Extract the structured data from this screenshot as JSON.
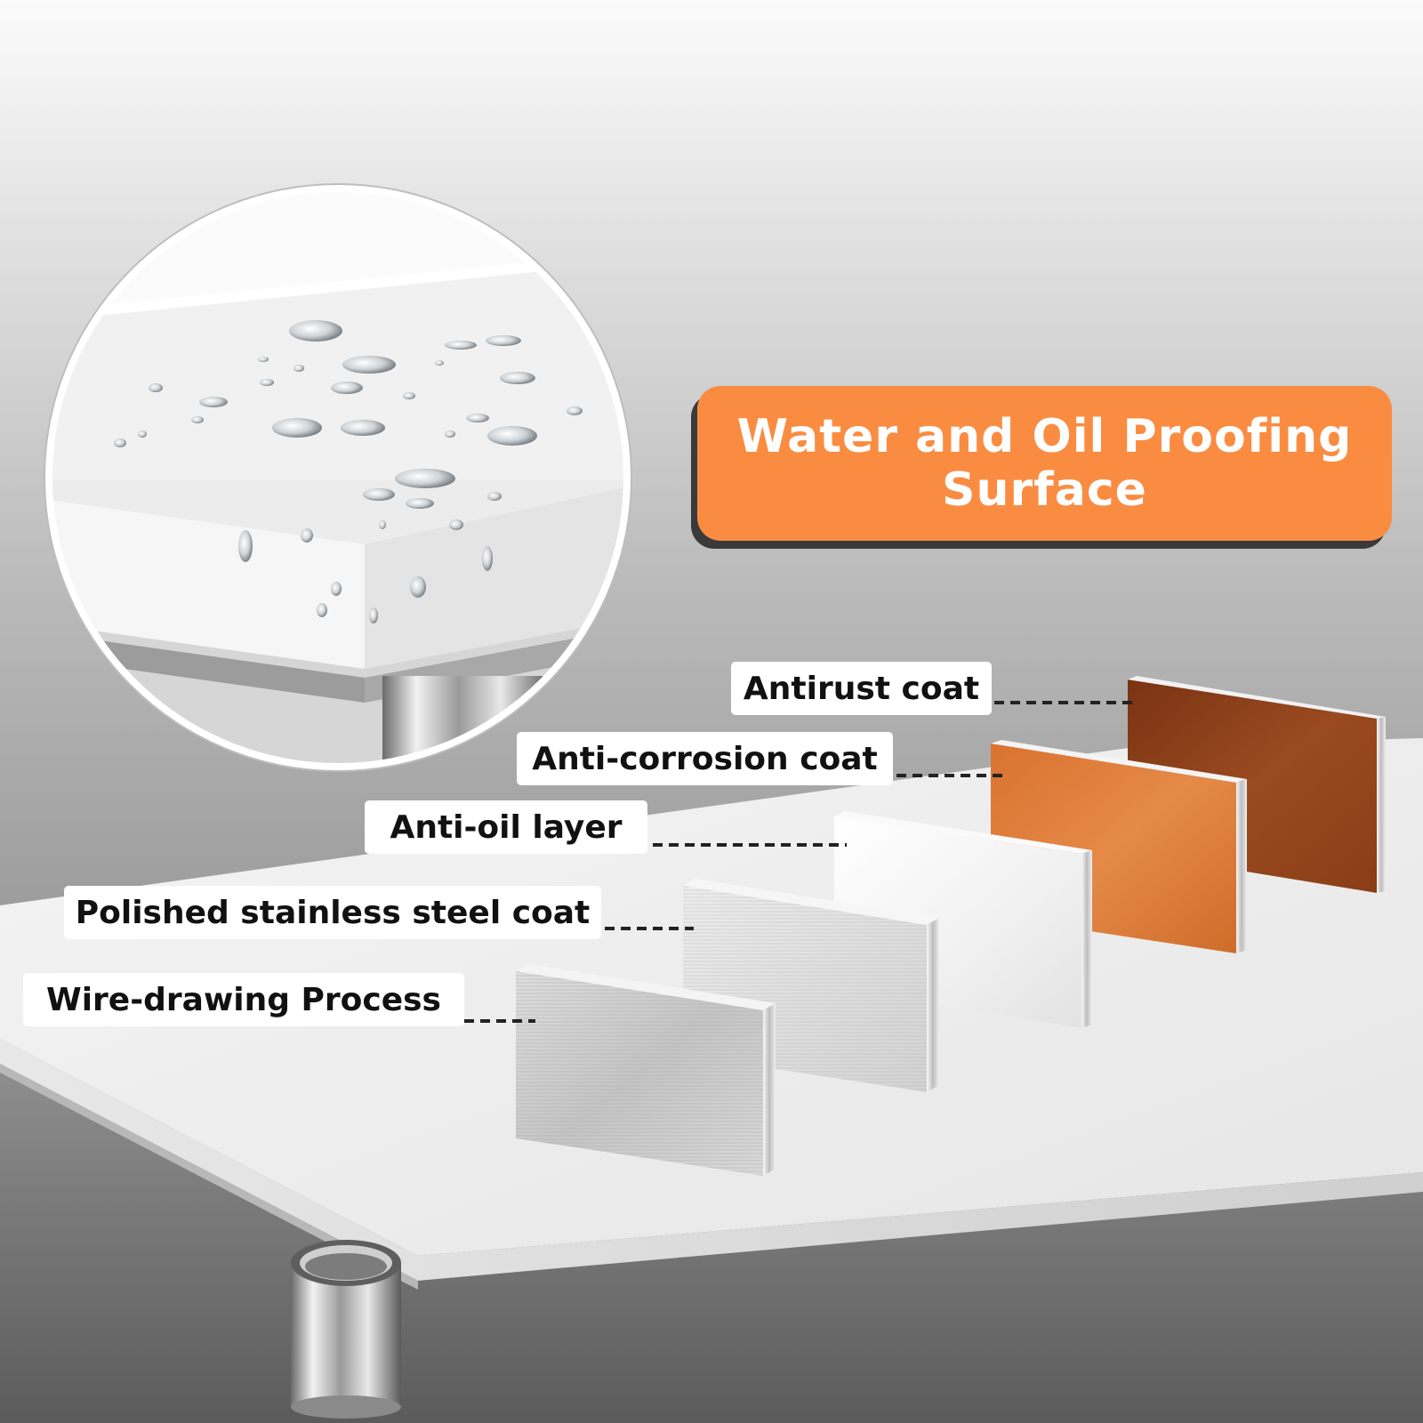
{
  "banner": {
    "title": "Water and Oil Proofing Surface",
    "color": "#fa8c42"
  },
  "layers": [
    {
      "label": "Antirust coat"
    },
    {
      "label": "Anti-corrosion coat"
    },
    {
      "label": "Anti-oil layer"
    },
    {
      "label": "Polished stainless steel coat"
    },
    {
      "label": "Wire-drawing Process"
    }
  ]
}
